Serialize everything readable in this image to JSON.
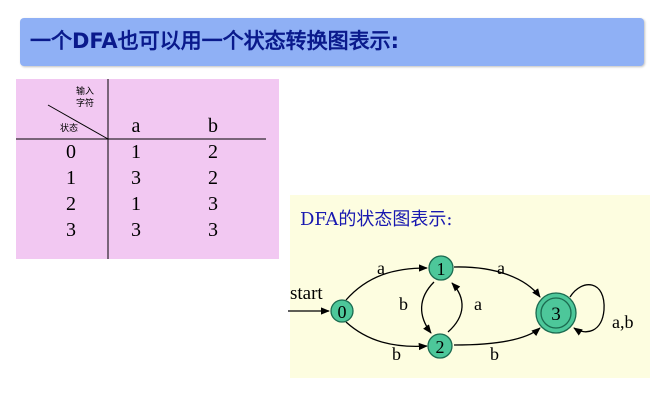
{
  "banner": {
    "title": "一个DFA也可以用一个状态转换图表示:"
  },
  "table": {
    "corner_top": [
      "输入",
      "字符"
    ],
    "corner_bottom": "状态",
    "columns": [
      "a",
      "b"
    ],
    "rows": [
      {
        "state": "0",
        "a": "1",
        "b": "2"
      },
      {
        "state": "1",
        "a": "3",
        "b": "2"
      },
      {
        "state": "2",
        "a": "1",
        "b": "3"
      },
      {
        "state": "3",
        "a": "3",
        "b": "3"
      }
    ]
  },
  "diagram": {
    "title": "DFA的状态图表示:",
    "start_label": "start",
    "states": [
      "0",
      "1",
      "2",
      "3"
    ],
    "accepting_state": "3",
    "edge_labels": {
      "s0_to_s1": "a",
      "s0_to_s2": "b",
      "s1_to_s2": "b",
      "s2_to_s1": "a",
      "s1_to_s3": "a",
      "s2_to_s3": "b",
      "s3_loop": "a,b"
    },
    "colors": {
      "node_fill": "#4dc79a",
      "node_stroke": "#1b6b50"
    }
  }
}
